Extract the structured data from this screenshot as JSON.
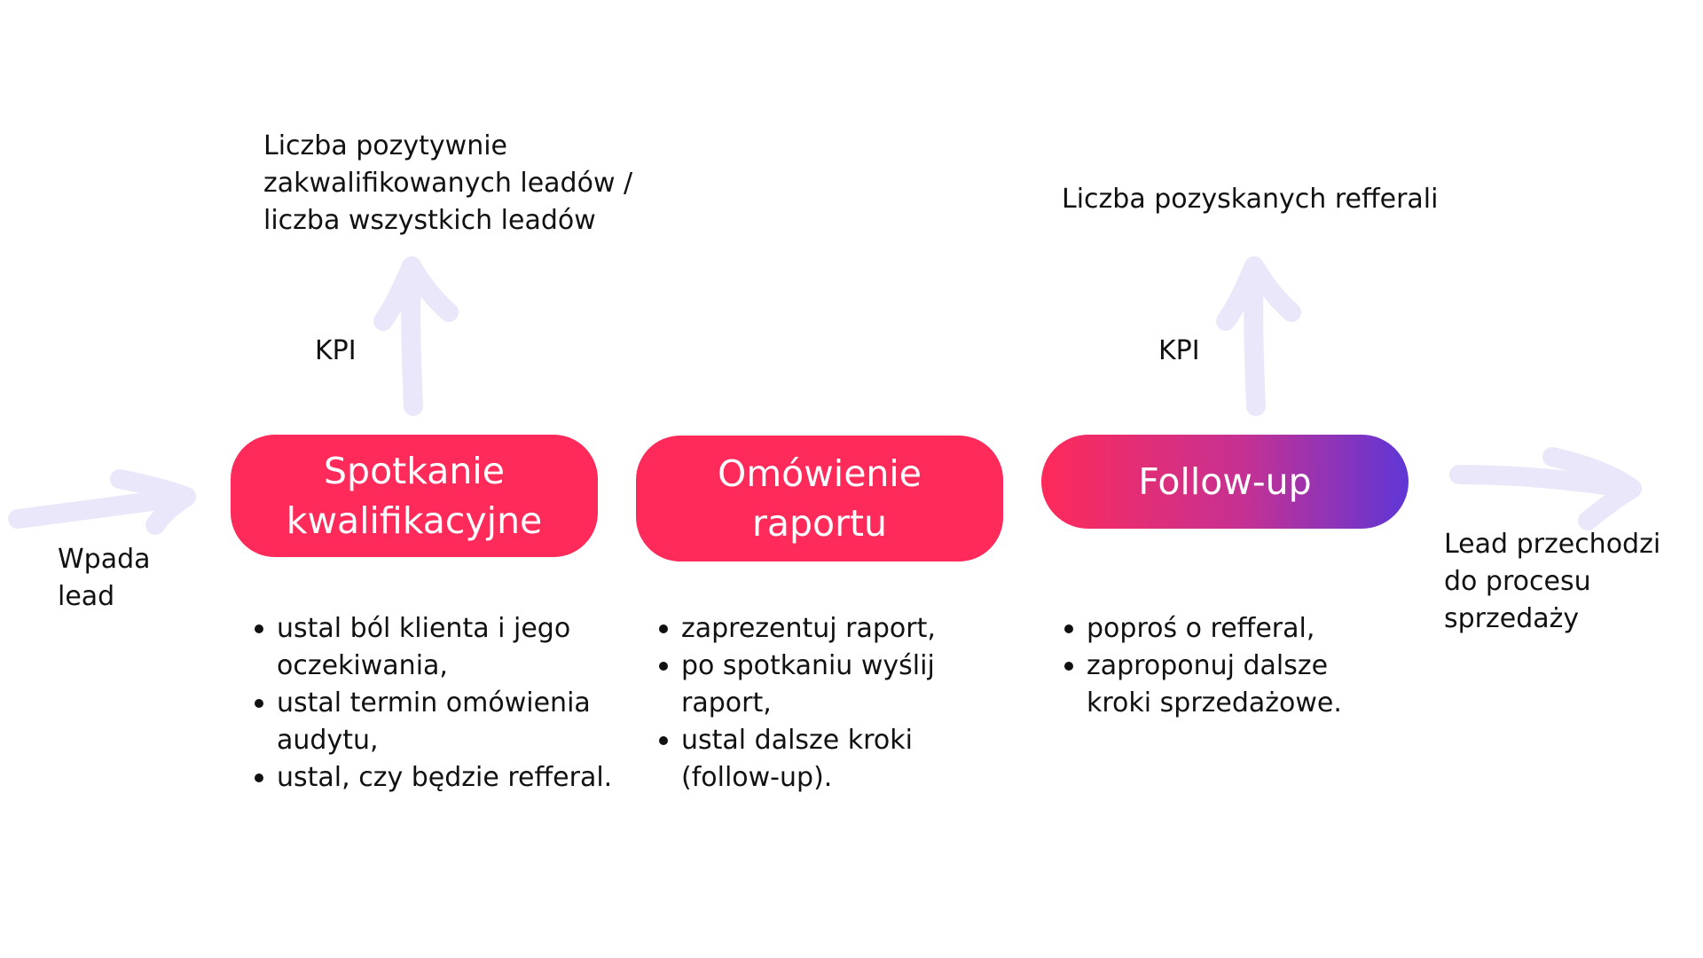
{
  "input": {
    "label": "Wpada\nlead"
  },
  "output": {
    "label": "Lead przechodzi\ndo procesu\nsprzedaży"
  },
  "stages": [
    {
      "label": "Spotkanie\nkwalifikacyjne",
      "color": "#fe2a5a",
      "bullets": [
        "ustal ból klienta i jego oczekiwania,",
        "ustal termin omówienia audytu,",
        "ustal, czy będzie refferal."
      ],
      "kpi": {
        "label": "KPI",
        "text": "Liczba pozytywnie\nzakwalifikowanych leadów /\nliczba wszystkich leadów"
      }
    },
    {
      "label": "Omówienie\nraportu",
      "color": "#fe2a5a",
      "bullets": [
        "zaprezentuj raport,",
        "po spotkaniu wyślij raport,",
        "ustal dalsze kroki (follow-up)."
      ]
    },
    {
      "label": "Follow-up",
      "gradient": [
        "#fe2a5a",
        "#c53193",
        "#5f36d6"
      ],
      "bullets": [
        "poproś o refferal,",
        "zaproponuj dalsze kroki sprzedażowe."
      ],
      "kpi": {
        "label": "KPI",
        "text": "Liczba pozyskanych refferali"
      }
    }
  ],
  "arrow_color": "#ebe7fb"
}
